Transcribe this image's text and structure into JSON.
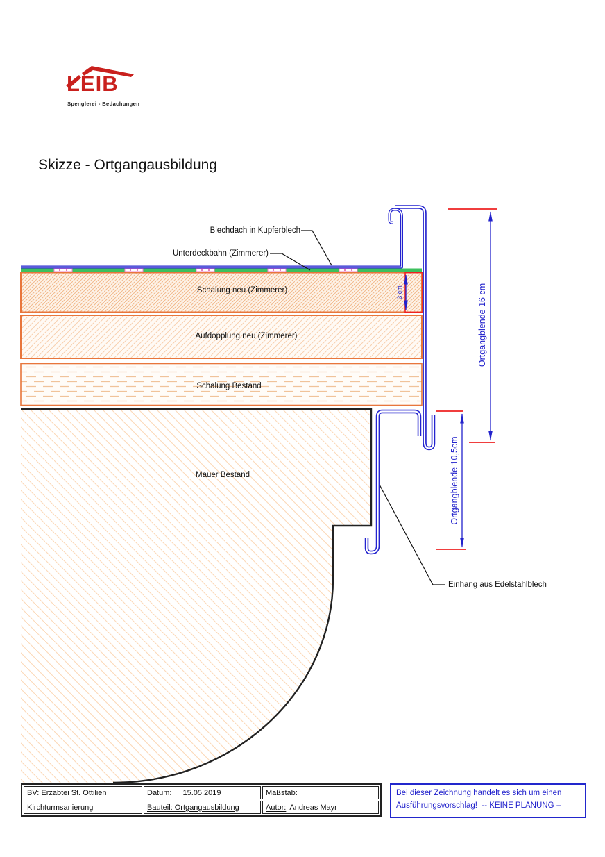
{
  "logo": {
    "name": "LEIB",
    "tagline": "Spenglerei - Bedachungen"
  },
  "title": "Skizze - Ortgangausbildung",
  "drawing": {
    "labels": {
      "blechdach": "Blechdach in Kupferblech",
      "unterdeckbahn": "Unterdeckbahn (Zimmerer)",
      "schalung_neu": "Schalung neu (Zimmerer)",
      "aufdopplung": "Aufdopplung neu (Zimmerer)",
      "schalung_bestand": "Schalung Bestand",
      "mauer": "Mauer Bestand",
      "einhang": "Einhang aus Edelstahlblech"
    },
    "dimensions": {
      "schalung_dicke": "3 cm",
      "blende_oben": "Ortgangblende 16 cm",
      "blende_unten": "Ortgangblende 10,5cm"
    }
  },
  "titleblock": {
    "bv": "BV: Erzabtei St. Ottilien",
    "datum_label": "Datum:",
    "datum_value": "15.05.2019",
    "massstab_label": "Maßstab:",
    "projekt": "Kirchturmsanierung",
    "bauteil": "Bauteil: Ortgangausbildung",
    "autor_label": "Autor:",
    "autor_value": "Andreas Mayr"
  },
  "note": {
    "line1": "Bei dieser Zeichnung handelt es sich um einen",
    "line2": "Ausführungsvorschlag!  -- KEINE PLANUNG --"
  },
  "colors": {
    "profile_blue": "#2323cf",
    "dimension_red": "#ee2222",
    "timber_orange": "#e8763c",
    "underlay_green": "#3cc05e",
    "logo_red": "#c9201d",
    "line_black": "#1a1a1a"
  }
}
